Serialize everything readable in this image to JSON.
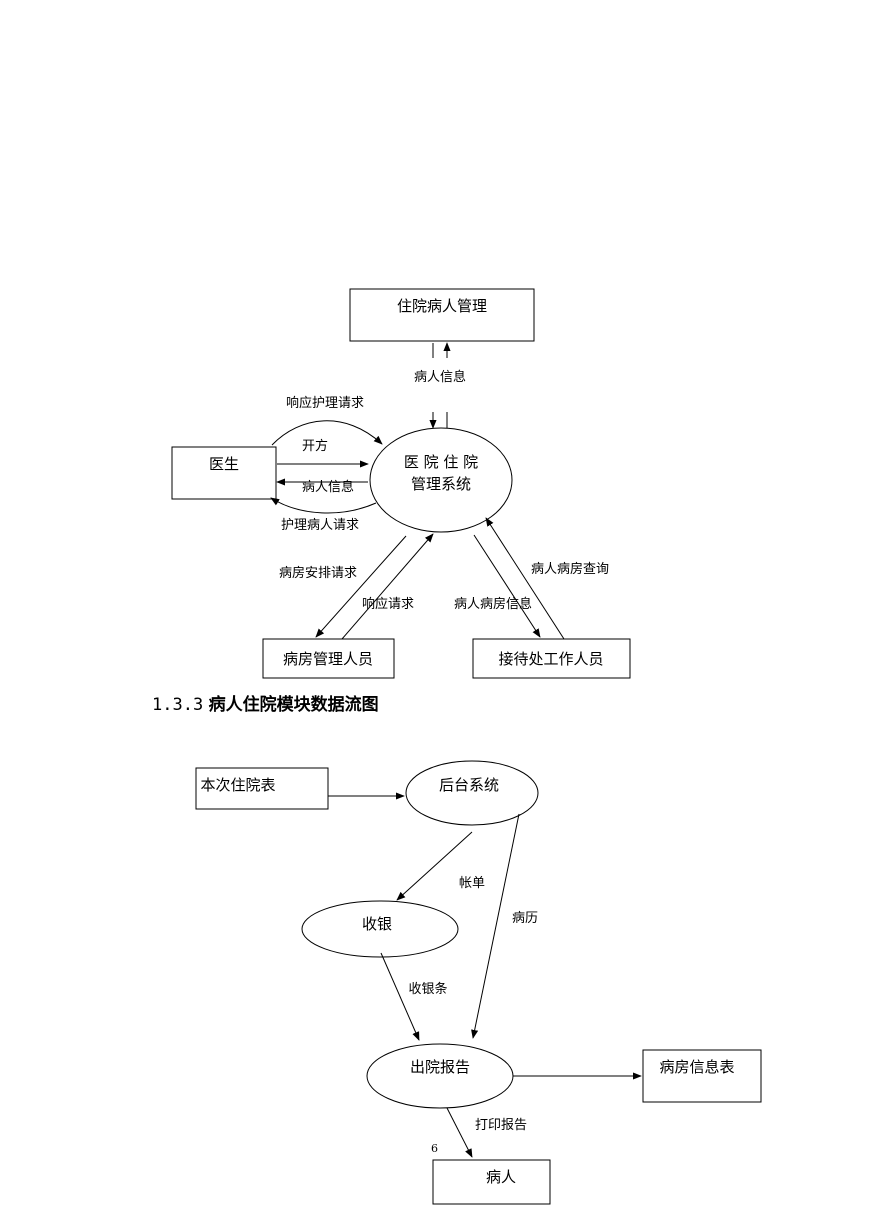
{
  "diagram1": {
    "nodes": {
      "inpatient_mgmt": "住院病人管理",
      "hospital_system_line1": "医 院 住 院",
      "hospital_system_line2": "管理系统",
      "doctor": "医生",
      "ward_staff": "病房管理人员",
      "reception_staff": "接待处工作人员"
    },
    "flows": {
      "patient_info_top": "病人信息",
      "respond_nursing_request": "响应护理请求",
      "prescribe": "开方",
      "patient_info_doctor": "病人信息",
      "nursing_patient_request": "护理病人请求",
      "ward_arrange_request": "病房安排请求",
      "respond_request": "响应请求",
      "patient_ward_info": "病人病房信息",
      "patient_ward_query": "病人病房查询"
    }
  },
  "section_heading": {
    "number": "1.3.3",
    "title": "病人住院模块数据流图"
  },
  "diagram2": {
    "nodes": {
      "admission_table": "本次住院表",
      "backend_system": "后台系统",
      "cashier": "收银",
      "discharge_report": "出院报告",
      "ward_info_table": "病房信息表",
      "patient": "病人"
    },
    "flows": {
      "bill": "帐单",
      "medical_record": "病历",
      "cash_receipt": "收银条",
      "print_report": "打印报告"
    }
  },
  "page_number": "6"
}
